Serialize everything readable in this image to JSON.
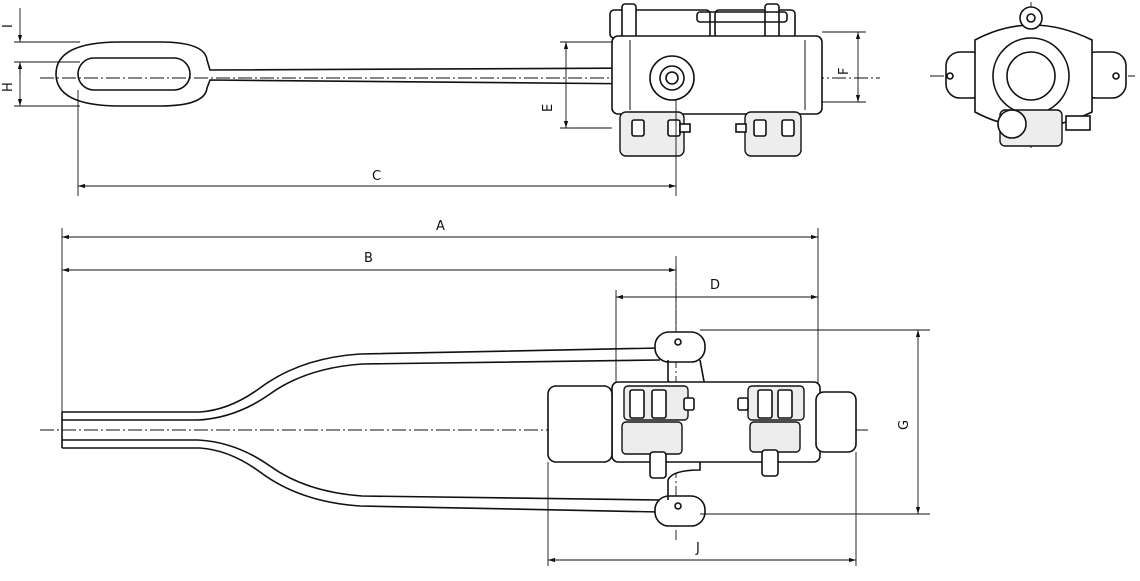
{
  "diagram": {
    "dimension_labels": {
      "A": "A",
      "B": "B",
      "C": "C",
      "D": "D",
      "E": "E",
      "F": "F",
      "G": "G",
      "H": "H",
      "I": "I",
      "J": "J"
    }
  }
}
